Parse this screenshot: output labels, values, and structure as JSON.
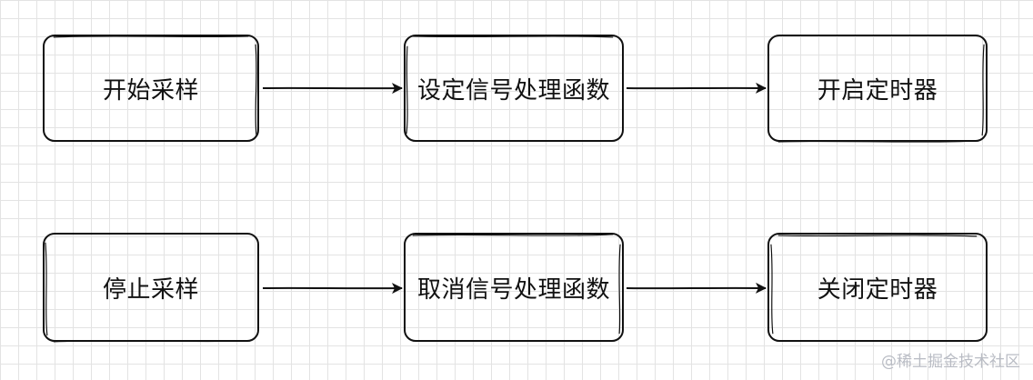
{
  "diagram": {
    "row1": {
      "step1": "开始采样",
      "step2": "设定信号处理函数",
      "step3": "开启定时器"
    },
    "row2": {
      "step1": "停止采样",
      "step2": "取消信号处理函数",
      "step3": "关闭定时器"
    }
  },
  "watermark": "@稀土掘金技术社区",
  "colors": {
    "stroke": "#111111",
    "grid": "#e3e3e3",
    "background": "#ffffff",
    "watermark": "#b9bcc4"
  }
}
